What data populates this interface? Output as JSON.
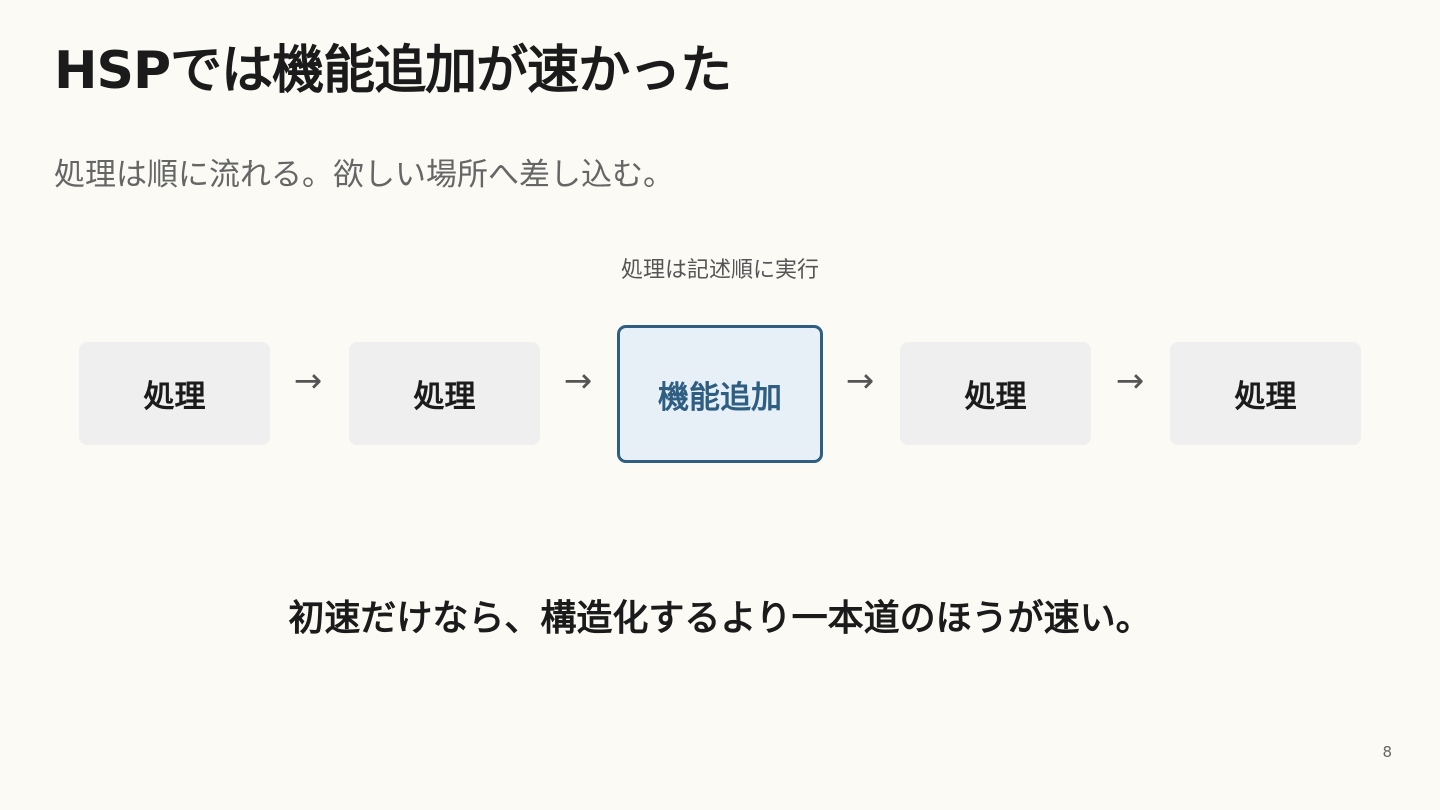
{
  "slide": {
    "title": "HSPでは機能追加が速かった",
    "subtitle": "処理は順に流れる。欲しい場所へ差し込む。",
    "flow": {
      "caption": "処理は記述順に実行",
      "steps": [
        {
          "label": "処理"
        },
        {
          "label": "処理"
        },
        {
          "label": "機能追加"
        },
        {
          "label": "処理"
        },
        {
          "label": "処理"
        }
      ],
      "arrow_symbol": "→"
    },
    "message": "初速だけなら、構造化するより一本道のほうが速い。",
    "page_number": "8"
  },
  "colors": {
    "background": "#fbfaf5",
    "box_fill": "#efefef",
    "highlight_fill": "#e7f0f7",
    "highlight_accent": "#2f5e83"
  }
}
